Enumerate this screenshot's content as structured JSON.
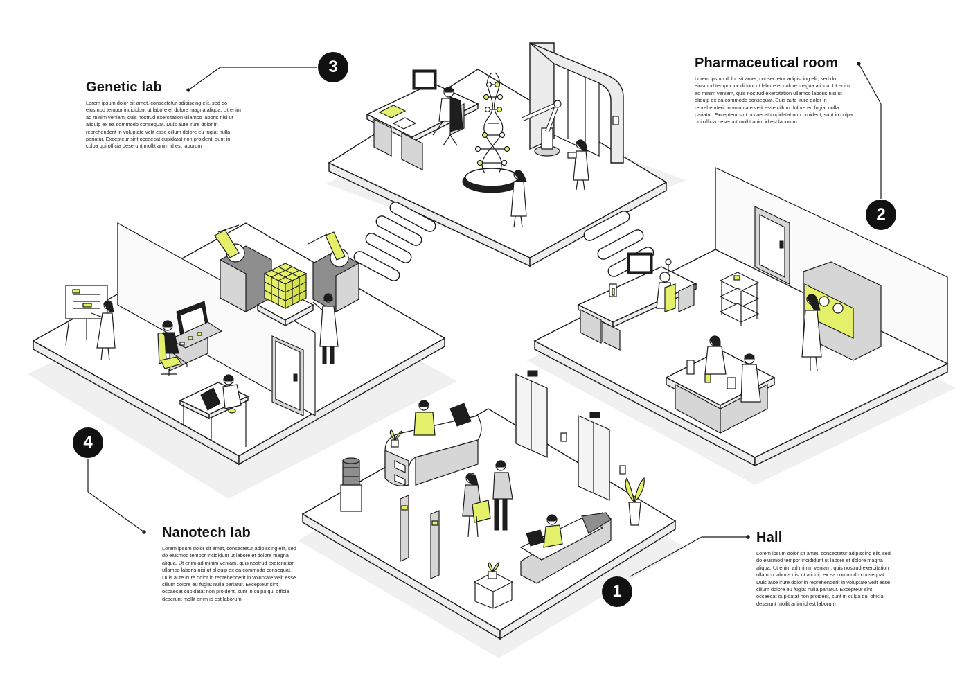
{
  "accent_color": "#e4f06a",
  "line_color": "#1a1a1a",
  "rooms": [
    {
      "number": "3",
      "title": "Genetic lab",
      "text": "Lorem ipsum dolor sit amet, consectetur adipiscing elit, sed do eiusmod tempor incididunt ut labore et dolore magna aliqua. Ut enim ad minim veniam, quis nostrud exercitation ullamco laboris nisi ut aliquip ex ea commodo consequat. Duis aute irure dolor in reprehenderit in voluptate velit esse cillum dolore eu fugiat nulla pariatur. Excepteur sint occaecat cupidatat non proident, sunt in culpa qui officia deserunt mollit anim id est laborum"
    },
    {
      "number": "2",
      "title": "Pharmaceutical room",
      "text": "Lorem ipsum dolor sit amet, consectetur adipiscing elit, sed do eiusmod tempor incididunt ut labore et dolore magna aliqua. Ut enim ad minim veniam, quis nostrud exercitation ullamco laboris nisi ut aliquip ex ea commodo consequat. Duis aute irure dolor in reprehenderit in voluptate velit esse cillum dolore eu fugiat nulla pariatur. Excepteur sint occaecat cupidatat non proident, sunt in culpa qui officia deserunt mollit anim id est laborum"
    },
    {
      "number": "4",
      "title": "Nanotech lab",
      "text": "Lorem ipsum dolor sit amet, consectetur adipiscing elit, sed do eiusmod tempor incididunt ut labore et dolore magna aliqua. Ut enim ad minim veniam, quis nostrud exercitation ullamco laboris nisi ut aliquip ex ea commodo consequat. Duis aute irure dolor in reprehenderit in voluptate velit esse cillum dolore eu fugiat nulla pariatur. Excepteur sint occaecat cupidatat non proident, sunt in culpa qui officia deserunt mollit anim id est laborum"
    },
    {
      "number": "1",
      "title": "Hall",
      "text": "Lorem ipsum dolor sit amet, consectetur adipiscing elit, sed do eiusmod tempor incididunt ut labore et dolore magna aliqua. Ut enim ad minim veniam, quis nostrud exercitation ullamco laboris nisi ut aliquip ex ea commodo consequat. Duis aute irure dolor in reprehenderit in voluptate velit esse cillum dolore eu fugiat nulla pariatur. Excepteur sint occaecat cupidatat non proident, sunt in culpa qui officia deserunt mollit anim id est laborum"
    }
  ]
}
